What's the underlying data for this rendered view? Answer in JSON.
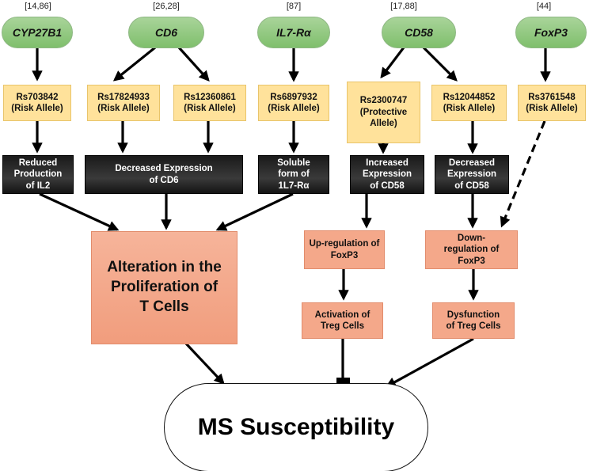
{
  "references": [
    "[14,86]",
    "[26,28]",
    "[87]",
    "[17,88]",
    "[44]"
  ],
  "genes": [
    "CYP27B1",
    "CD6",
    "IL7-Rα",
    "CD58",
    "FoxP3"
  ],
  "snps": [
    "Rs703842\n(Risk Allele)",
    "Rs17824933\n(Risk Allele)",
    "Rs12360861\n(Risk Allele)",
    "Rs6897932\n(Risk Allele)",
    "Rs2300747\n(Protective\nAllele)",
    "Rs12044852\n(Risk Allele)",
    "Rs3761548\n(Risk Allele)"
  ],
  "effects": [
    "Reduced\nProduction\nof IL2",
    "Decreased Expression\nof CD6",
    "Soluble\nform of\n1L7-Rα",
    "Increased\nExpression\nof CD58",
    "Decreased\nExpression\nof CD58"
  ],
  "mechanisms": [
    "Up-regulation of\nFoxP3",
    "Down-\nregulation of\nFoxP3",
    "Activation of\nTreg Cells",
    "Dysfunction\nof Treg Cells"
  ],
  "central_effect": "Alteration in the\nProliferation of\nT Cells",
  "outcome": "MS Susceptibility",
  "colors": {
    "gene_fill": "#8cc67b",
    "snp_fill": "#ffe29b",
    "effect_fill": "#222222",
    "mechanism_fill": "#f4a88a",
    "arrow": "#000000"
  }
}
